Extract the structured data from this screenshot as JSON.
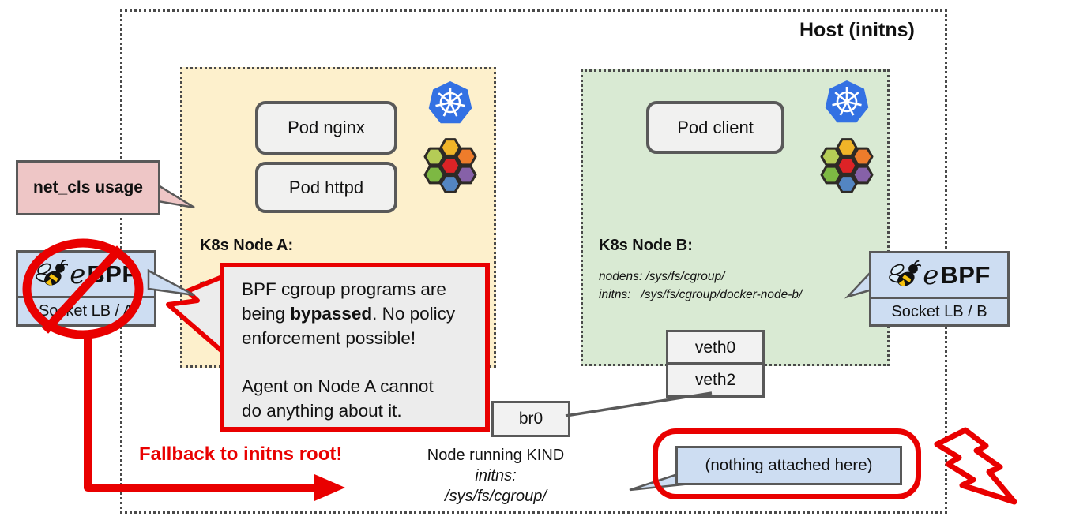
{
  "host": {
    "label": "Host (initns)"
  },
  "node_a": {
    "title": "K8s Node A:",
    "path_line": "nodens: /sys/fs/cgroup/",
    "pods": [
      "Pod nginx",
      "Pod httpd"
    ]
  },
  "node_b": {
    "title": "K8s Node B:",
    "path_line1": "nodens: /sys/fs/cgroup/",
    "path_line2": "initns:   /sys/fs/cgroup/docker-node-b/",
    "pods": [
      "Pod client"
    ]
  },
  "callouts": {
    "net_cls": "net_cls usage",
    "bypass": {
      "p1_pre": "BPF cgroup programs are being ",
      "p1_bold": "bypassed",
      "p1_post": ". No policy enforcement possible!",
      "p2": "Agent on Node A cannot do anything about it."
    },
    "nothing_attached": "(nothing attached here)"
  },
  "ebpf_a": {
    "logo_e": "e",
    "logo_bpf": "BPF",
    "label": "Socket LB / A"
  },
  "ebpf_b": {
    "logo_e": "e",
    "logo_bpf": "BPF",
    "label": "Socket LB / B"
  },
  "network": {
    "veth0": "veth0",
    "veth2": "veth2",
    "br0": "br0"
  },
  "bottom": {
    "fallback": "Fallback to initns root!",
    "kind_line1": "Node running KIND",
    "kind_line2": "initns: /sys/fs/cgroup/"
  },
  "icons": {
    "kubernetes": "kubernetes-icon",
    "honeycomb": "cilium-honeycomb-icon",
    "bee": "ebpf-bee-icon",
    "prohibition": "prohibition-icon",
    "lightning": "lightning-bolt-icon"
  },
  "colors": {
    "red": "#e90000",
    "gray": "#595959",
    "blue": "#cdddf2",
    "pink": "#eec6c6",
    "yellow": "#fdf0cc",
    "green": "#d9ead3",
    "k8s_blue": "#3371e3"
  }
}
